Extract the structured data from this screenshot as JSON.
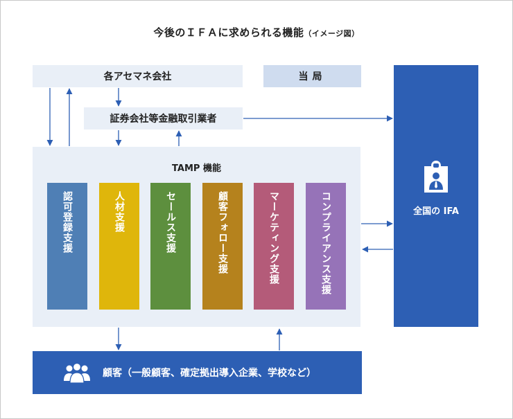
{
  "title": {
    "main": "今後のＩＦＡに求められる機能",
    "sub": "（イメージ図）"
  },
  "asset_managers": "各アセマネ会社",
  "authority": "当局",
  "securities": "証券会社等金融取引業者",
  "tamp": {
    "label": "TAMP 機能",
    "columns": [
      {
        "label": "認可登録支援",
        "color": "#4f7fb5"
      },
      {
        "label": "人材支援",
        "color": "#dfb60b"
      },
      {
        "label": "セールス支援",
        "color": "#5d8f3e"
      },
      {
        "label": "顧客フォロー支援",
        "color": "#b5821d"
      },
      {
        "label": "マーケティング支援",
        "color": "#b45b79"
      },
      {
        "label": "コンプライアンス支援",
        "color": "#9673b8"
      }
    ]
  },
  "ifa": {
    "label": "全国の IFA",
    "icon": "person-badge-icon"
  },
  "customer": {
    "label": "顧客（一般顧客、確定拠出導入企業、学校など）",
    "icon": "people-group-icon"
  },
  "colors": {
    "accent": "#2d5fb4",
    "light_box": "#e9eff7",
    "authority_box": "#cfdcef",
    "arrow": "#2d5fb4"
  }
}
